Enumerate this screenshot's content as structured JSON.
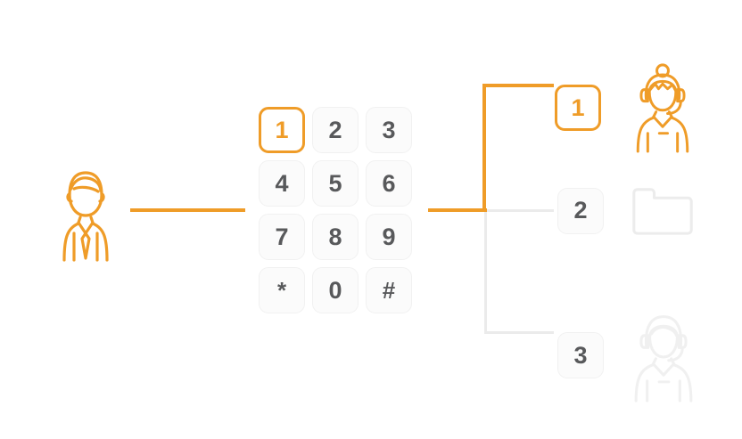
{
  "diagram": {
    "title": "IVR call routing keypad diagram",
    "background": "#ffffff",
    "accent_color": "#ef9c28",
    "muted_color": "#ebebeb",
    "key_text_color": "#58595b"
  },
  "caller": {
    "icon": "businessman-icon",
    "color": "#ef9c28"
  },
  "keypad": {
    "name": "phone-keypad",
    "keys": [
      {
        "label": "1",
        "state": "active"
      },
      {
        "label": "2",
        "state": "idle"
      },
      {
        "label": "3",
        "state": "idle"
      },
      {
        "label": "4",
        "state": "idle"
      },
      {
        "label": "5",
        "state": "idle"
      },
      {
        "label": "6",
        "state": "idle"
      },
      {
        "label": "7",
        "state": "idle"
      },
      {
        "label": "8",
        "state": "idle"
      },
      {
        "label": "9",
        "state": "idle"
      },
      {
        "label": "*",
        "state": "idle"
      },
      {
        "label": "0",
        "state": "idle"
      },
      {
        "label": "#",
        "state": "idle"
      }
    ]
  },
  "options": [
    {
      "label": "1",
      "state": "active",
      "icon": "female-headset-agent-icon",
      "icon_color": "#ef9c28",
      "connector_color": "#ef9c28"
    },
    {
      "label": "2",
      "state": "idle",
      "icon": "folder-icon",
      "icon_color": "#ececec",
      "connector_color": "#ebebeb"
    },
    {
      "label": "3",
      "state": "idle",
      "icon": "male-headset-agent-icon",
      "icon_color": "#f0f0f0",
      "connector_color": "#ebebeb"
    }
  ]
}
